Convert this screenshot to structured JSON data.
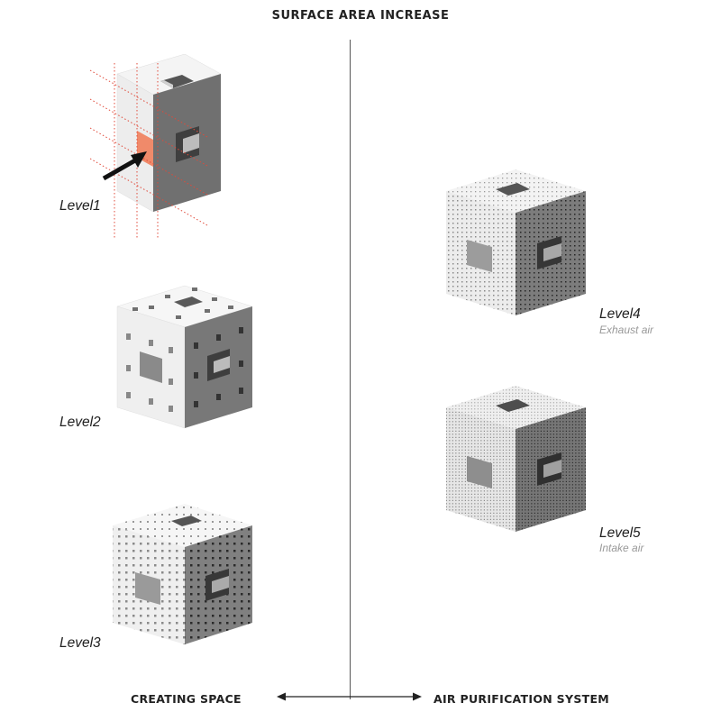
{
  "header": {
    "title": "SURFACE AREA INCREASE"
  },
  "footer": {
    "left_label": "CREATING SPACE",
    "right_label": "AIR PURIFICATION SYSTEM"
  },
  "levels": [
    {
      "label": "Level1"
    },
    {
      "label": "Level2"
    },
    {
      "label": "Level3"
    },
    {
      "label": "Level4",
      "note": "Exhaust air"
    },
    {
      "label": "Level5",
      "note": "Intake air"
    }
  ],
  "colors": {
    "highlight": "#f08a6a",
    "grid_lines": "#e04a3a",
    "top_face": "#f4f4f4",
    "left_face": "#ebebeb",
    "right_face": "#6e6e6e"
  }
}
